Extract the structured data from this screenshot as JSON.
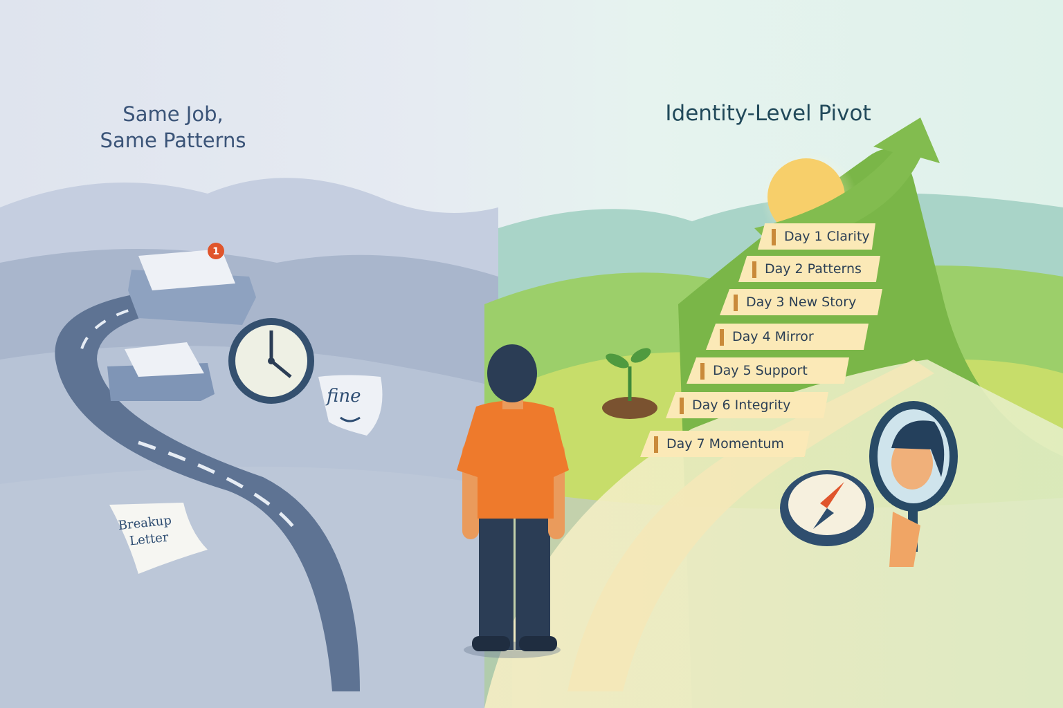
{
  "left_panel": {
    "title_line1": "Same Job,",
    "title_line2": "Same Patterns",
    "notification_badge": "1",
    "note_fine": "fine",
    "note_letter_line1": "Breakup",
    "note_letter_line2": "Letter",
    "icons": [
      "inbox-tray-icon",
      "envelope-tray-icon",
      "clock-icon",
      "fine-note-icon",
      "breakup-letter-icon",
      "road-icon"
    ]
  },
  "right_panel": {
    "title": "Identity-Level Pivot",
    "steps": [
      {
        "label": "Day 1 Clarity"
      },
      {
        "label": "Day 2 Patterns"
      },
      {
        "label": "Day 3 New Story"
      },
      {
        "label": "Day 4 Mirror"
      },
      {
        "label": "Day 5 Support"
      },
      {
        "label": "Day 6 Integrity"
      },
      {
        "label": "Day 7 Momentum"
      }
    ],
    "icons": [
      "sun-icon",
      "growth-arrow-icon",
      "sprout-icon",
      "compass-icon",
      "hand-mirror-icon",
      "staircase-icon"
    ]
  },
  "colors": {
    "left_bg": "#dfe4ee",
    "road": "#5e7393",
    "right_hill": "#7ab648",
    "step_face": "#fbe9b7",
    "step_side": "#d89a3e",
    "shirt": "#ee7a2c",
    "pants": "#2b3d55",
    "badge": "#e0552c",
    "title_left": "#3b5478",
    "title_right": "#21495a"
  }
}
